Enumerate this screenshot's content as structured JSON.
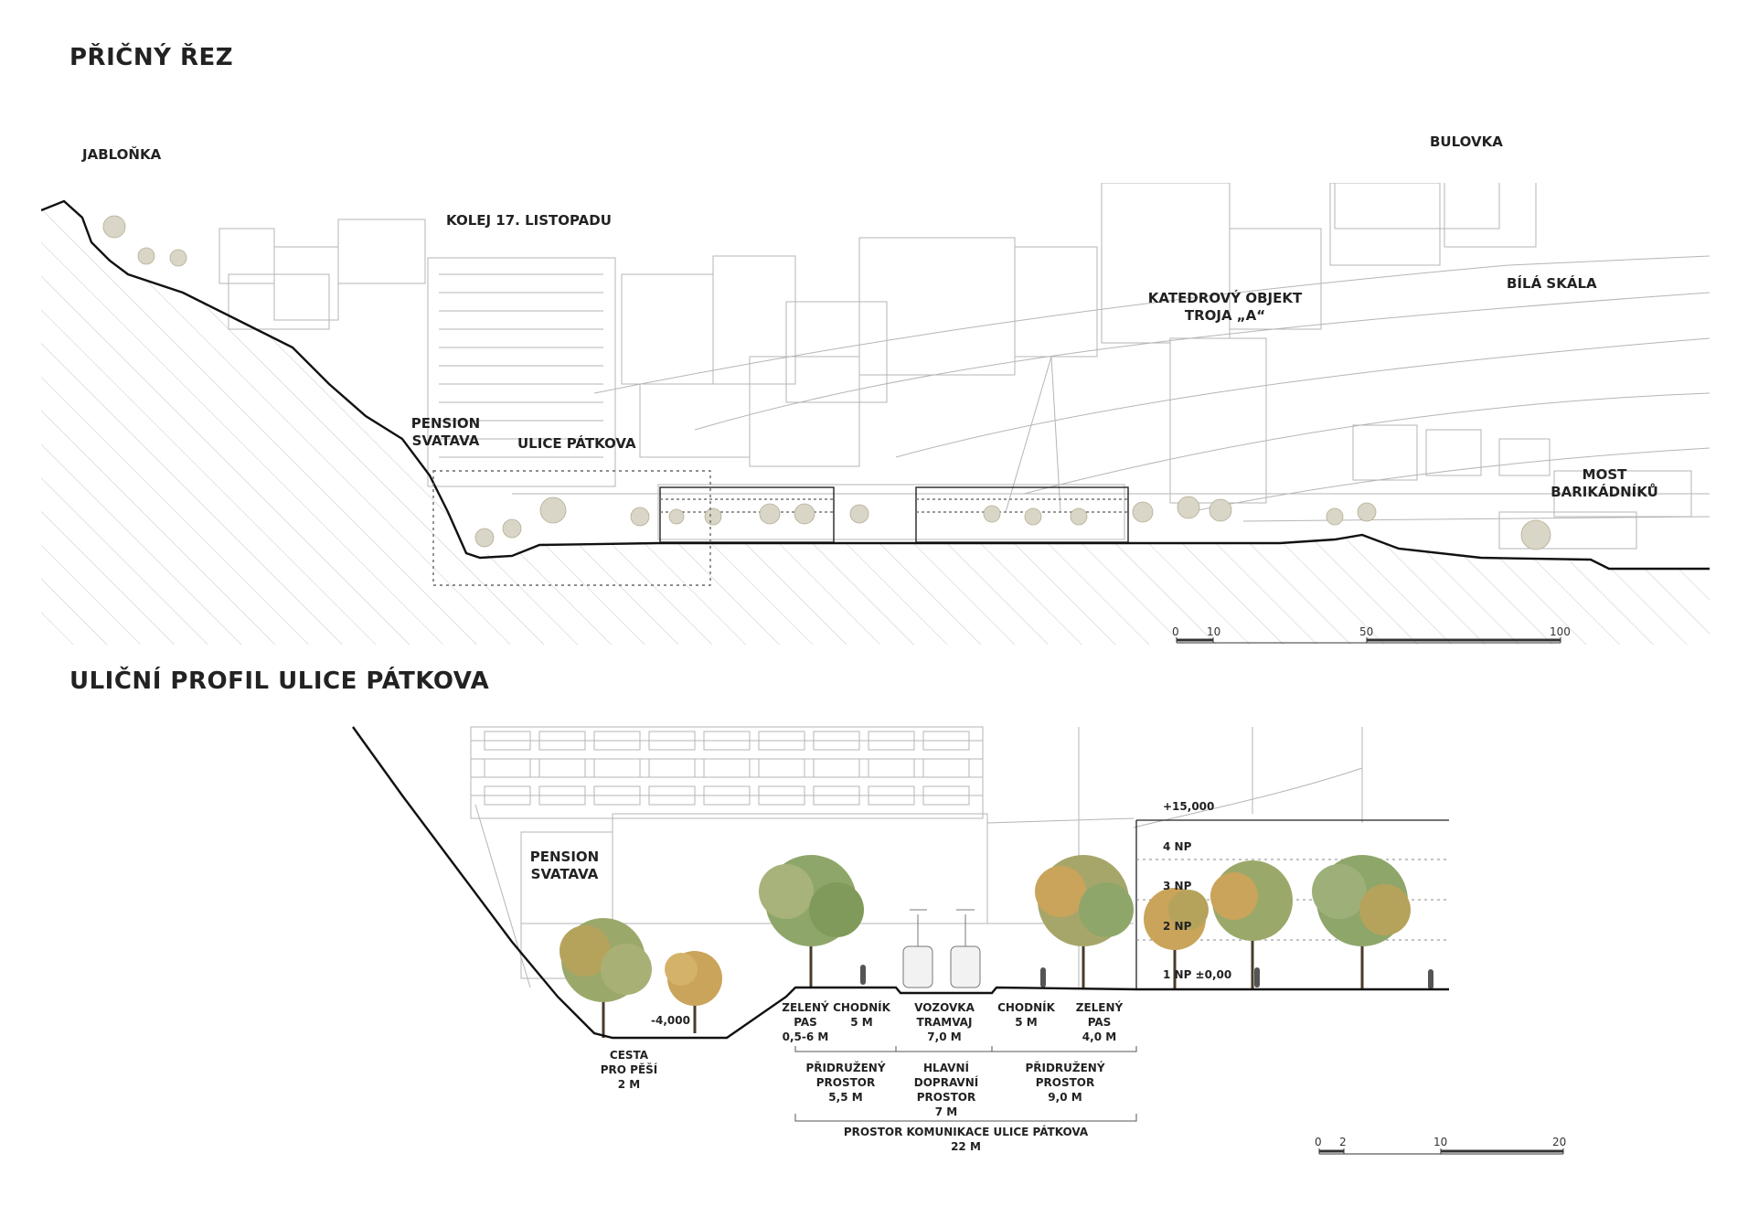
{
  "section1": {
    "title": "PŘIČNÝ ŘEZ",
    "labels": {
      "jablonka": "JABLOŇKA",
      "kolej": "KOLEJ 17. LISTOPADU",
      "bulovka": "BULOVKA",
      "katedrovy": "KATEDROVÝ OBJEKT\nTROJA „A“",
      "bila_skala": "BÍLÁ SKÁLA",
      "pension": "PENSION\nSVATAVA",
      "ulice": "ULICE PÁTKOVA",
      "most": "MOST\nBARIKÁDNÍKŮ"
    },
    "scale_ticks": [
      "0",
      "10",
      "50",
      "100"
    ]
  },
  "section2": {
    "title": "ULIČNÍ PROFIL ULICE PÁTKOVA",
    "labels": {
      "pension": "PENSION\nSVATAVA",
      "level_minus": "-4,000",
      "level_plus15": "+15,000",
      "np4": "4 NP",
      "np3": "3 NP",
      "np2": "2 NP",
      "np1": "1 NP ±0,00",
      "cesta": "CESTA\nPRO PĚŠÍ\n2 M",
      "zeleny_pas_l": "ZELENÝ\nPAS\n0,5-6 M",
      "chodnik_l": "CHODNÍK\n5 M",
      "vozovka": "VOZOVKA\nTRAMVAJ\n7,0 M",
      "chodnik_r": "CHODNÍK\n5 M",
      "zeleny_pas_r": "ZELENÝ\nPAS\n4,0 M",
      "pridruzeny_l": "PŘIDRUŽENÝ\nPROSTOR\n5,5 M",
      "hlavni": "HLAVNÍ\nDOPRAVNÍ\nPROSTOR\n7 M",
      "pridruzeny_r": "PŘIDRUŽENÝ\nPROSTOR\n9,0 M",
      "prostor": "PROSTOR KOMUNIKACE ULICE PÁTKOVA\n22 M"
    },
    "scale_ticks": [
      "0",
      "2",
      "10",
      "20"
    ]
  },
  "colors": {
    "ink": "#222222",
    "line": "#b5b5b5",
    "hatch": "#c8c8c8",
    "tree_green": "#8fa66a",
    "tree_autumn": "#c9a45a"
  }
}
